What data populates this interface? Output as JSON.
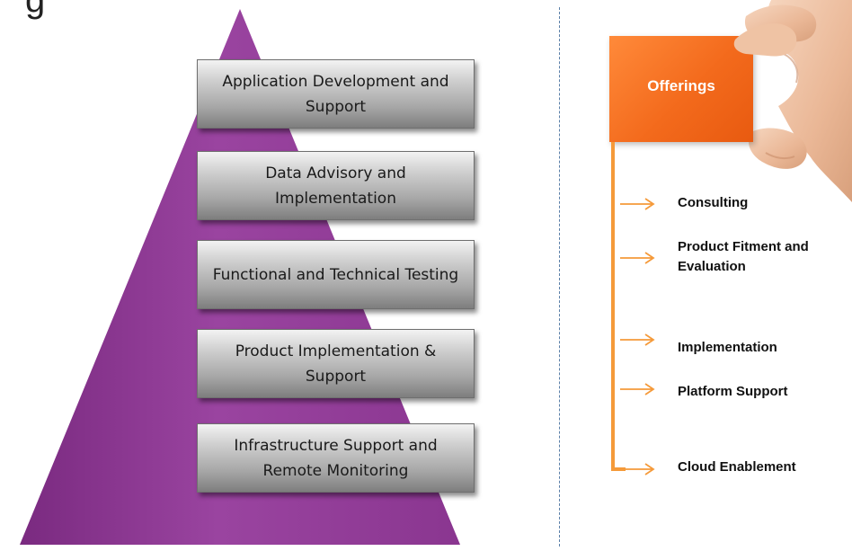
{
  "heading": {
    "partial_text": "g"
  },
  "pyramid": {
    "fill_color": "#8e3a92",
    "layers": [
      {
        "label": "Application Development and Support"
      },
      {
        "label": "Data Advisory and Implementation"
      },
      {
        "label": "Functional and Technical Testing"
      },
      {
        "label": "Product Implementation & Support"
      },
      {
        "label": "Infrastructure Support and Remote Monitoring"
      }
    ]
  },
  "offerings": {
    "title": "Offerings",
    "card_color": "#f36a1c",
    "line_color": "#f59a3a",
    "items": [
      {
        "label": "Consulting"
      },
      {
        "label": "Product Fitment and Evaluation"
      },
      {
        "label": "Implementation"
      },
      {
        "label": "Platform Support"
      },
      {
        "label": "Cloud Enablement"
      }
    ]
  },
  "icons": {
    "hand": "hand-holding-card-icon",
    "arrow": "arrow-right-icon"
  }
}
